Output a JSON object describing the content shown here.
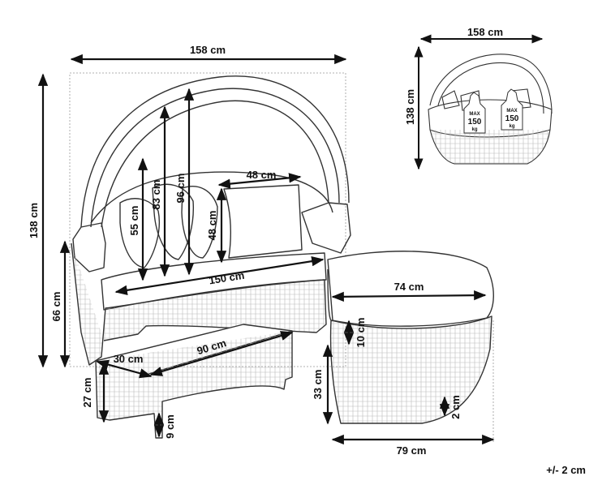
{
  "main_view": {
    "total_width": "158 cm",
    "total_height": "138 cm",
    "seat_height": "66 cm",
    "pillow_55": "55 cm",
    "pillow_83": "83 cm",
    "pillow_96": "96 cm",
    "pillow_width": "48 cm",
    "pillow_height": "48 cm",
    "seat_width": "150 cm",
    "table_depth": "30 cm",
    "table_width": "90 cm",
    "table_height": "27 cm",
    "table_leg": "9 cm",
    "ottoman_width": "74 cm",
    "ottoman_cushion": "10 cm",
    "ottoman_height": "33 cm",
    "ottoman_foot": "2 cm",
    "ottoman_base": "79 cm"
  },
  "thumbnail": {
    "width": "158 cm",
    "height": "138 cm",
    "badge_left": {
      "line1": "MAX",
      "line2": "150",
      "line3": "kg"
    },
    "badge_right": {
      "line1": "MAX",
      "line2": "150",
      "line3": "kg"
    }
  },
  "tolerance": "+/- 2 cm"
}
